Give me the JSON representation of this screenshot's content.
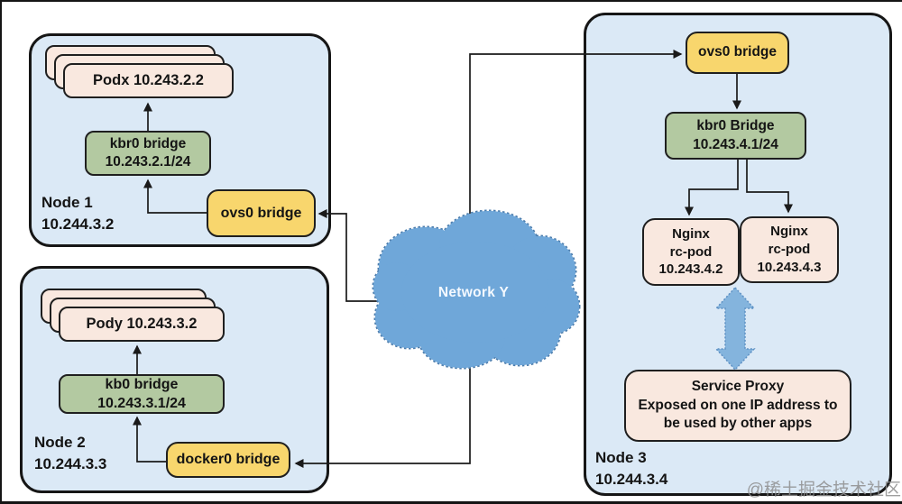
{
  "network": {
    "label": "Network Y"
  },
  "watermark": {
    "text": "@稀土掘金技术社区"
  },
  "colors": {
    "node_fill": "#dbe9f6",
    "pod_fill": "#f9e8df",
    "bridge_fill": "#b3c9a1",
    "uplink_fill": "#f8d66d",
    "cloud_fill": "#6fa7d9",
    "cloud_stroke": "#4c7dad",
    "service_arrow_fill": "#84b4dd",
    "line": "#1a1a1a"
  },
  "node1": {
    "name": "Node 1",
    "ip": "10.244.3.2",
    "pod_label": "Podx 10.243.2.2",
    "bridge_name": "kbr0 bridge",
    "bridge_cidr": "10.243.2.1/24",
    "uplink_label": "ovs0 bridge"
  },
  "node2": {
    "name": "Node 2",
    "ip": "10.244.3.3",
    "pod_label": "Pody 10.243.3.2",
    "bridge_name": "kb0 bridge",
    "bridge_cidr": "10.243.3.1/24",
    "uplink_label": "docker0 bridge"
  },
  "node3": {
    "name": "Node 3",
    "ip": "10.244.3.4",
    "uplink_label": "ovs0 bridge",
    "bridge_name": "kbr0 Bridge",
    "bridge_cidr": "10.243.4.1/24",
    "pods": [
      {
        "app": "Nginx",
        "kind": "rc-pod",
        "ip": "10.243.4.2"
      },
      {
        "app": "Nginx",
        "kind": "rc-pod",
        "ip": "10.243.4.3"
      }
    ],
    "service": {
      "title": "Service Proxy",
      "line2": "Exposed on one IP address to",
      "line3": "be used by other apps"
    }
  }
}
